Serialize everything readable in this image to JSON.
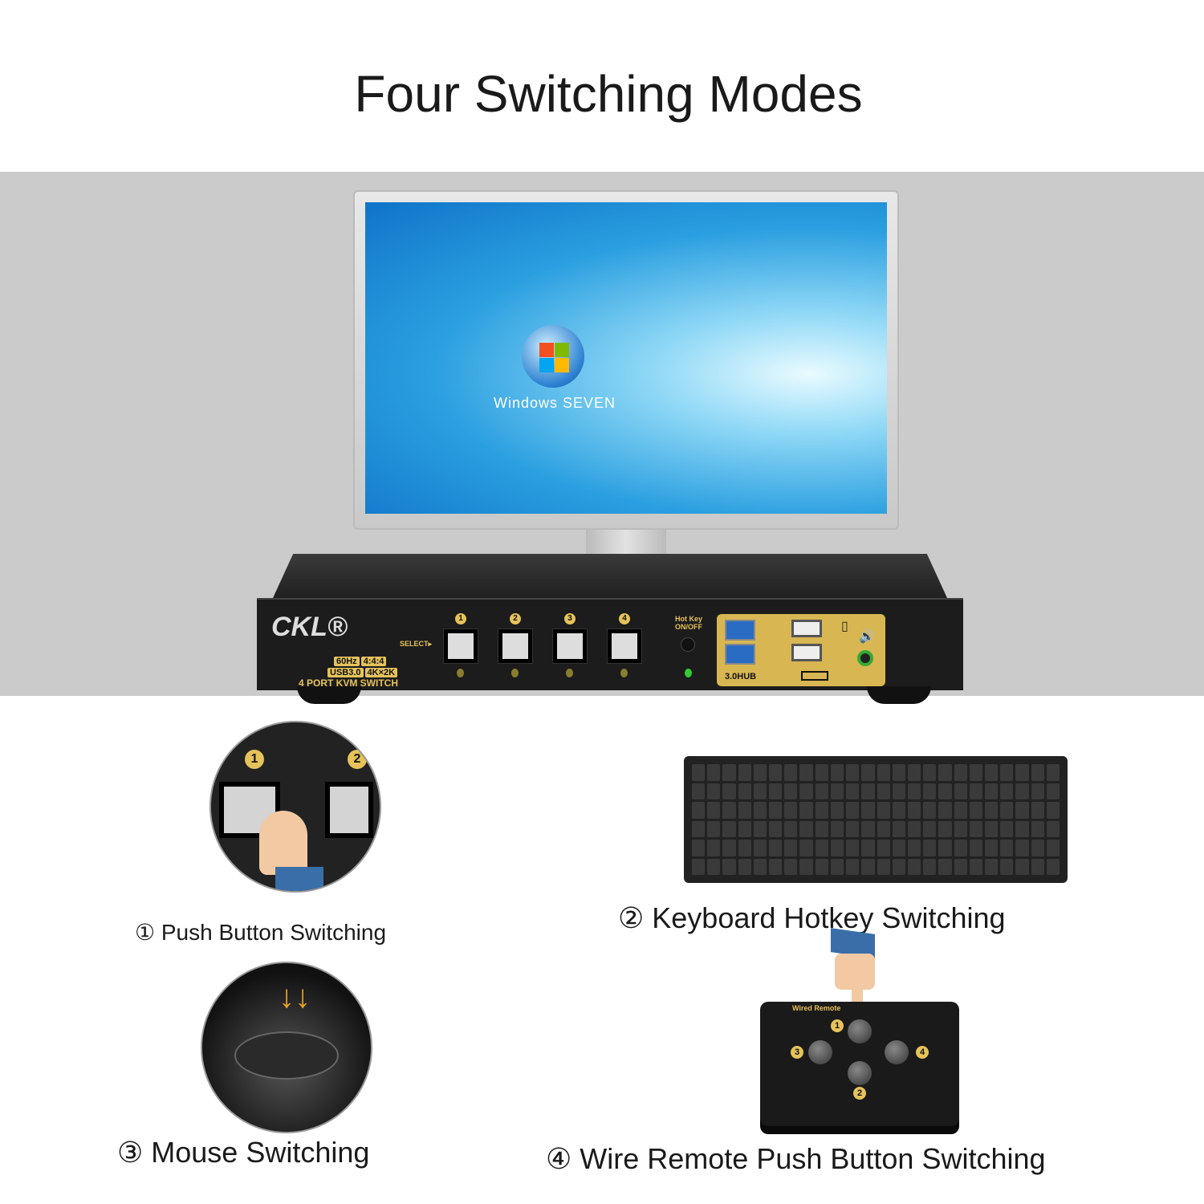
{
  "title": "Four Switching Modes",
  "monitor": {
    "screen_text": "Windows SEVEN"
  },
  "kvm": {
    "brand": "CKL®",
    "badges": [
      "60Hz",
      "4:4:4",
      "USB3.0",
      "4K×2K"
    ],
    "port_label": "4 PORT KVM SWITCH",
    "select_label": "SELECT▸",
    "ports": [
      "1",
      "2",
      "3",
      "4"
    ],
    "hotkey_label": "Hot Key ON/OFF",
    "hub_label": "3.0HUB",
    "accent_color": "#e6c35a"
  },
  "modes": [
    {
      "label": "① Push Button Switching",
      "ports": [
        "1",
        "2"
      ]
    },
    {
      "label": "② Keyboard Hotkey Switching"
    },
    {
      "label": "③ Mouse Switching"
    },
    {
      "label": "④  Wire Remote Push Button Switching",
      "remote_title": "Wired Remote",
      "remote_ports": [
        "1",
        "2",
        "3",
        "4"
      ]
    }
  ]
}
